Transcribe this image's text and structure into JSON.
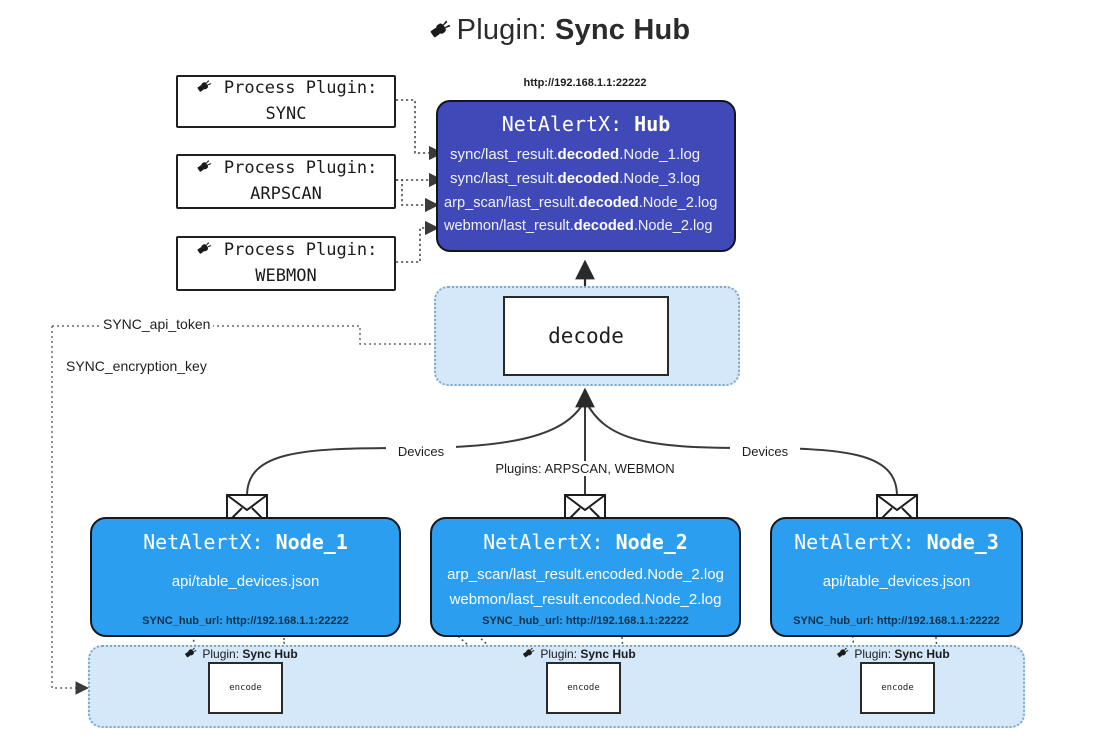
{
  "page": {
    "title_icon": "plug-icon",
    "title_prefix": "Plugin: ",
    "title_name": "Sync Hub",
    "bg_color": "#ffffff"
  },
  "colors": {
    "hub_fill": "#4049b8",
    "node_fill": "#2b9ef0",
    "zone_fill": "#d4e8fa",
    "zone_border": "#7fa8c9",
    "stroke": "#1f1f1f"
  },
  "process_plugins": [
    {
      "icon": "plug-icon",
      "line1": "Process Plugin:",
      "line2": "SYNC"
    },
    {
      "icon": "plug-icon",
      "line1": "Process Plugin:",
      "line2": "ARPSCAN"
    },
    {
      "icon": "plug-icon",
      "line1": "Process Plugin:",
      "line2": "WEBMON"
    }
  ],
  "hub": {
    "url": "http://192.168.1.1:22222",
    "title_prefix": "NetAlertX: ",
    "title_name": "Hub",
    "logs": [
      {
        "pre": "sync/last_result.",
        "mid": "decoded",
        "post": ".Node_1.log"
      },
      {
        "pre": "sync/last_result.",
        "mid": "decoded",
        "post": ".Node_3.log"
      },
      {
        "pre": "arp_scan/last_result.",
        "mid": "decoded",
        "post": ".Node_2.log"
      },
      {
        "pre": "webmon/last_result.",
        "mid": "decoded",
        "post": ".Node_2.log"
      }
    ]
  },
  "decode": {
    "label": "decode"
  },
  "secrets": [
    {
      "label": "SYNC_api_token"
    },
    {
      "label": "SYNC_encryption_key"
    }
  ],
  "edge_labels": {
    "devices_left": "Devices",
    "devices_right": "Devices",
    "plugins_center": "Plugins: ARPSCAN, WEBMON"
  },
  "nodes": [
    {
      "icon": "envelope-icon",
      "title_prefix": "NetAlertX: ",
      "title_name": "Node_1",
      "lines": [
        "api/table_devices.json"
      ],
      "footer": "SYNC_hub_url: http://192.168.1.1:22222"
    },
    {
      "icon": "envelope-icon",
      "title_prefix": "NetAlertX: ",
      "title_name": "Node_2",
      "lines": [
        "arp_scan/last_result.encoded.Node_2.log",
        "webmon/last_result.encoded.Node_2.log"
      ],
      "footer": "SYNC_hub_url: http://192.168.1.1:22222"
    },
    {
      "icon": "envelope-icon",
      "title_prefix": "NetAlertX: ",
      "title_name": "Node_3",
      "lines": [
        "api/table_devices.json"
      ],
      "footer": "SYNC_hub_url: http://192.168.1.1:22222"
    }
  ],
  "encoders": [
    {
      "icon": "plug-icon",
      "label_prefix": "Plugin: ",
      "label_name": "Sync Hub",
      "box_label": "encode"
    },
    {
      "icon": "plug-icon",
      "label_prefix": "Plugin: ",
      "label_name": "Sync Hub",
      "box_label": "encode"
    },
    {
      "icon": "plug-icon",
      "label_prefix": "Plugin: ",
      "label_name": "Sync Hub",
      "box_label": "encode"
    }
  ]
}
